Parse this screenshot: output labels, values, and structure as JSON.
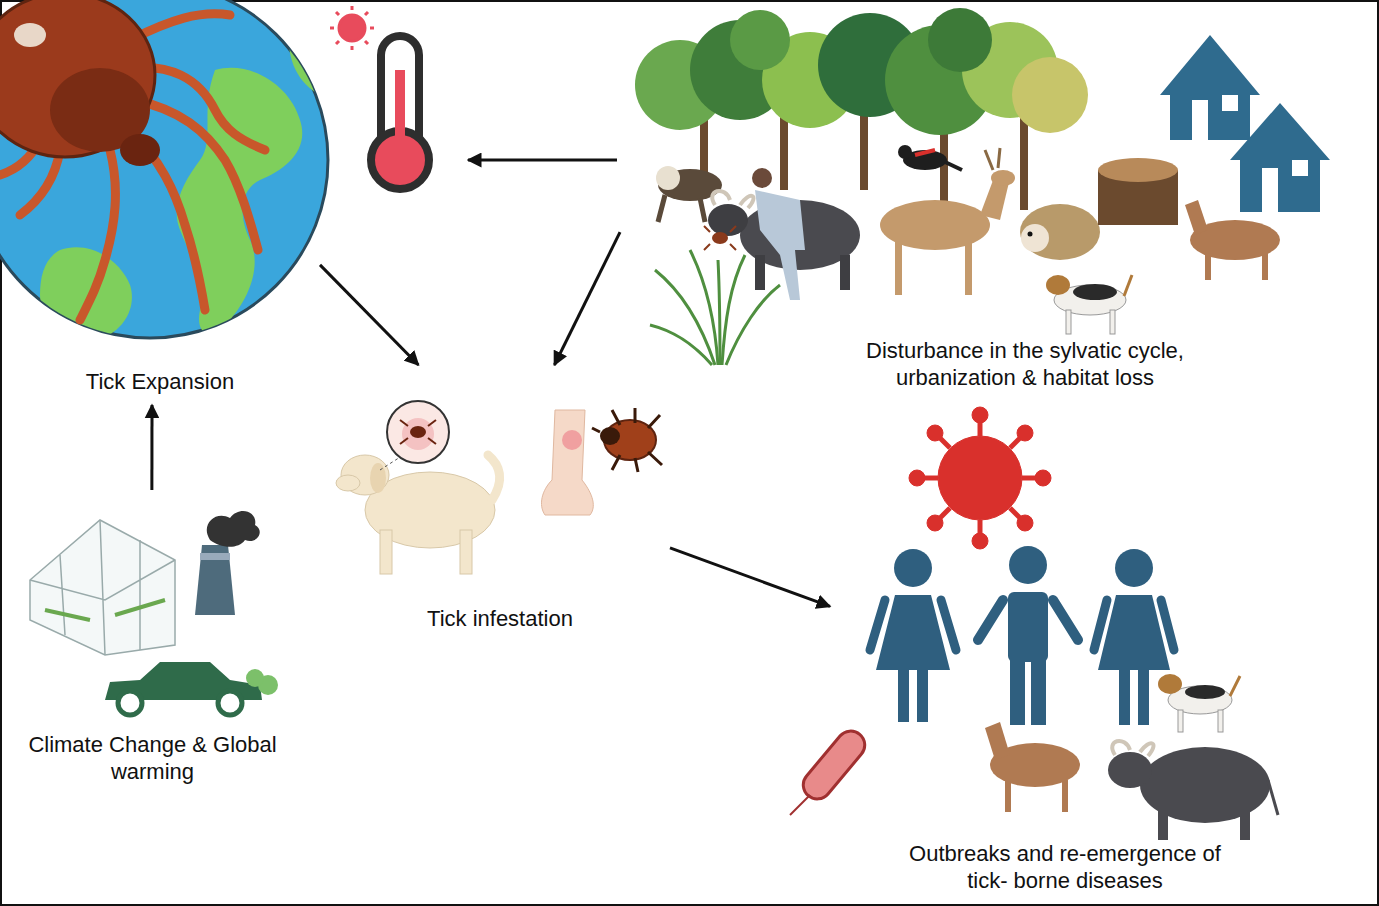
{
  "diagram": {
    "nodes": [
      {
        "text": [
          "Tick Expansion"
        ]
      },
      {
        "text": [
          "Disturbance in the sylvatic cycle, urbanization & habitat loss"
        ]
      },
      {
        "text": [
          "Tick infestation"
        ]
      },
      {
        "text": [
          "Climate Change & Global warming"
        ]
      },
      {
        "text": [
          "Outbreaks and re-emergence of tick- borne diseases"
        ]
      }
    ],
    "edges": [
      {
        "from": 0,
        "to": 2,
        "arrow": "to"
      },
      {
        "from": 1,
        "to": 2,
        "arrow": "to"
      },
      {
        "from": 3,
        "to": 0,
        "arrow": "to"
      },
      {
        "from": 2,
        "to": 4,
        "arrow": "to"
      }
    ]
  }
}
